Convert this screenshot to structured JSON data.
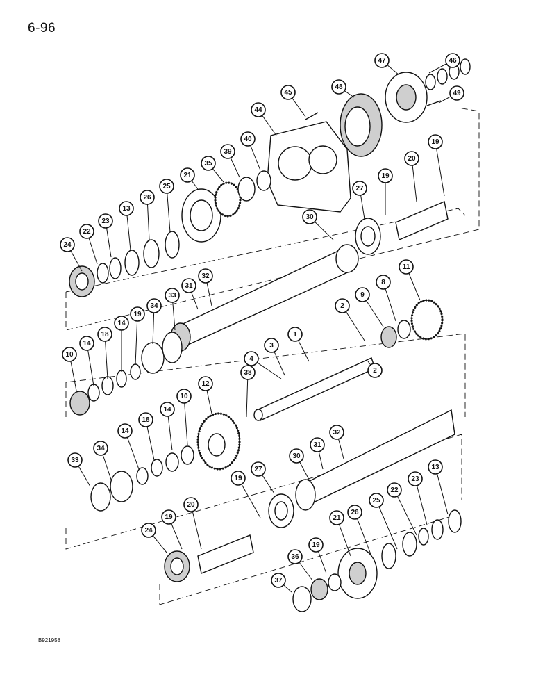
{
  "page": {
    "page_number": "6-96",
    "figure_code": "B921958"
  },
  "callouts": [
    "24",
    "22",
    "23",
    "13",
    "26",
    "25",
    "21",
    "35",
    "39",
    "40",
    "44",
    "45",
    "48",
    "47",
    "46",
    "49",
    "19",
    "20",
    "19",
    "27",
    "30",
    "31",
    "32",
    "33",
    "34",
    "19",
    "14",
    "18",
    "14",
    "10",
    "11",
    "8",
    "9",
    "2",
    "2",
    "1",
    "3",
    "4",
    "38",
    "12",
    "10",
    "14",
    "18",
    "14",
    "34",
    "33",
    "19",
    "20",
    "19",
    "24",
    "27",
    "30",
    "31",
    "32",
    "13",
    "23",
    "22",
    "25",
    "26",
    "21",
    "19",
    "36",
    "37"
  ]
}
